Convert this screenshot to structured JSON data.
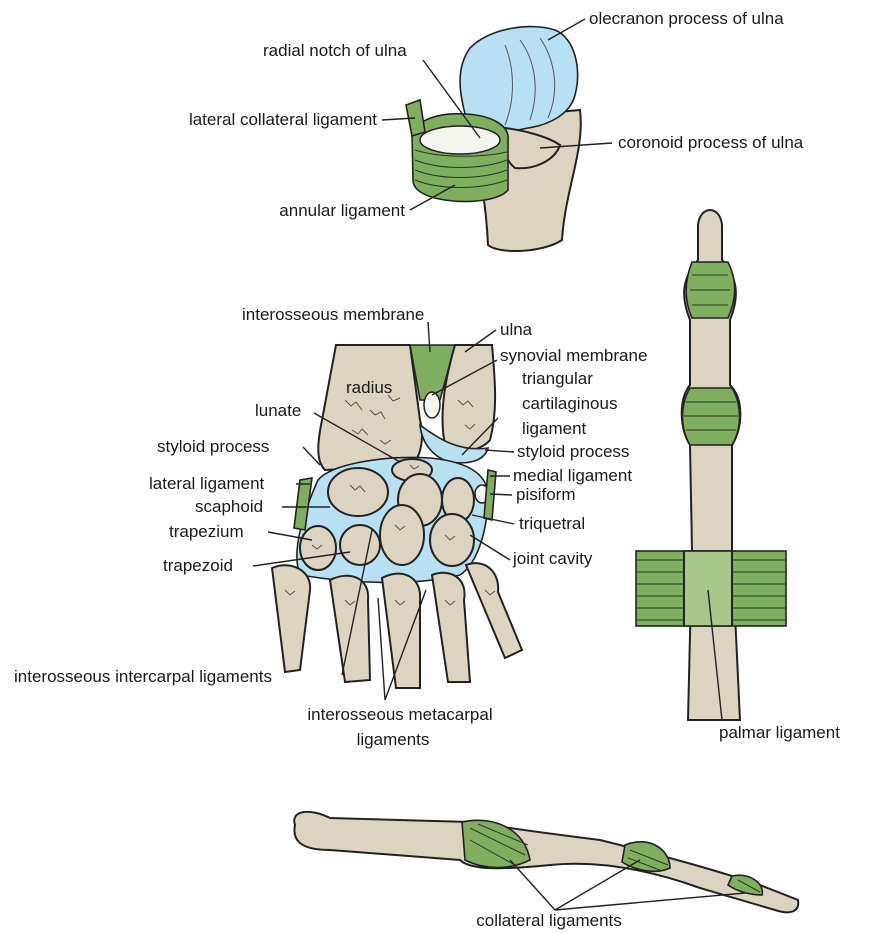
{
  "elbow": {
    "olecranon": "olecranon process of ulna",
    "radial_notch": "radial notch of ulna",
    "lateral_collateral": "lateral collateral ligament",
    "coronoid": "coronoid process of ulna",
    "annular": "annular ligament"
  },
  "wrist": {
    "interosseous_membrane": "interosseous membrane",
    "ulna": "ulna",
    "synovial_membrane": "synovial membrane",
    "radius": "radius",
    "triangular_1": "triangular",
    "triangular_2": "cartilaginous",
    "triangular_3": "ligament",
    "lunate": "lunate",
    "styloid_left": "styloid process",
    "styloid_right": "styloid process",
    "medial_ligament": "medial ligament",
    "lateral_ligament": "lateral ligament",
    "pisiform": "pisiform",
    "scaphoid": "scaphoid",
    "triquetral": "triquetral",
    "trapezium": "trapezium",
    "joint_cavity": "joint cavity",
    "trapezoid": "trapezoid",
    "intercarpal": "interosseous intercarpal ligaments",
    "metacarpal_1": "interosseous metacarpal",
    "metacarpal_2": "ligaments"
  },
  "finger": {
    "palmar": "palmar ligament"
  },
  "side": {
    "collateral": "collateral ligaments"
  },
  "colors": {
    "bone": "#ddd3c1",
    "ligament": "#7fae5e",
    "cartilage": "#b7e0f2"
  }
}
